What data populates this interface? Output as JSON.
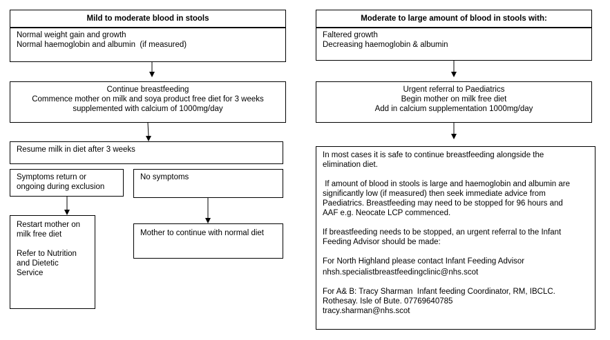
{
  "left": {
    "header": "Mild to moderate blood in stools",
    "criteria": [
      "Normal weight gain and growth",
      "Normal haemoglobin and albumin  (if measured)"
    ],
    "action": [
      "Continue breastfeeding",
      "Commence mother on milk and soya product free diet for 3 weeks",
      "supplemented with calcium of 1000mg/day"
    ],
    "resume": "Resume milk in diet after 3 weeks",
    "symptoms_return": [
      "Symptoms return or",
      "ongoing during exclusion"
    ],
    "no_symptoms": "No symptoms",
    "restart": [
      "Restart mother on",
      "milk free diet"
    ],
    "refer": [
      "Refer to Nutrition",
      "and Dietetic",
      "Service"
    ],
    "continue_normal": "Mother to continue with normal diet"
  },
  "right": {
    "header": "Moderate to large amount of blood in stools with:",
    "criteria": [
      "Faltered growth",
      "Decreasing haemoglobin & albumin"
    ],
    "action": [
      "Urgent referral to Paediatrics",
      "Begin mother on milk free diet",
      "Add in calcium supplementation 1000mg/day"
    ],
    "info": {
      "p1": [
        "In most cases it is safe to continue breastfeeding alongside the",
        "elimination diet."
      ],
      "p2": [
        " If amount of blood in stools is large and haemoglobin and albumin are",
        "significantly low (if measured) then seek immediate advice from",
        "Paediatrics. Breastfeeding may need to be stopped for 96 hours and",
        "AAF e.g. Neocate LCP commenced."
      ],
      "p3": [
        "If breastfeeding needs to be stopped, an urgent referral to the Infant",
        "Feeding Advisor should be made:"
      ],
      "p4": [
        "For North Highland please contact Infant Feeding Advisor",
        "nhsh.specialistbreastfeedingclinic@nhs.scot"
      ],
      "p5": [
        "For A& B: Tracy Sharman  Infant feeding Coordinator, RM, IBCLC.",
        "Rothesay. Isle of Bute. 07769640785",
        "tracy.sharman@nhs.scot"
      ]
    }
  }
}
